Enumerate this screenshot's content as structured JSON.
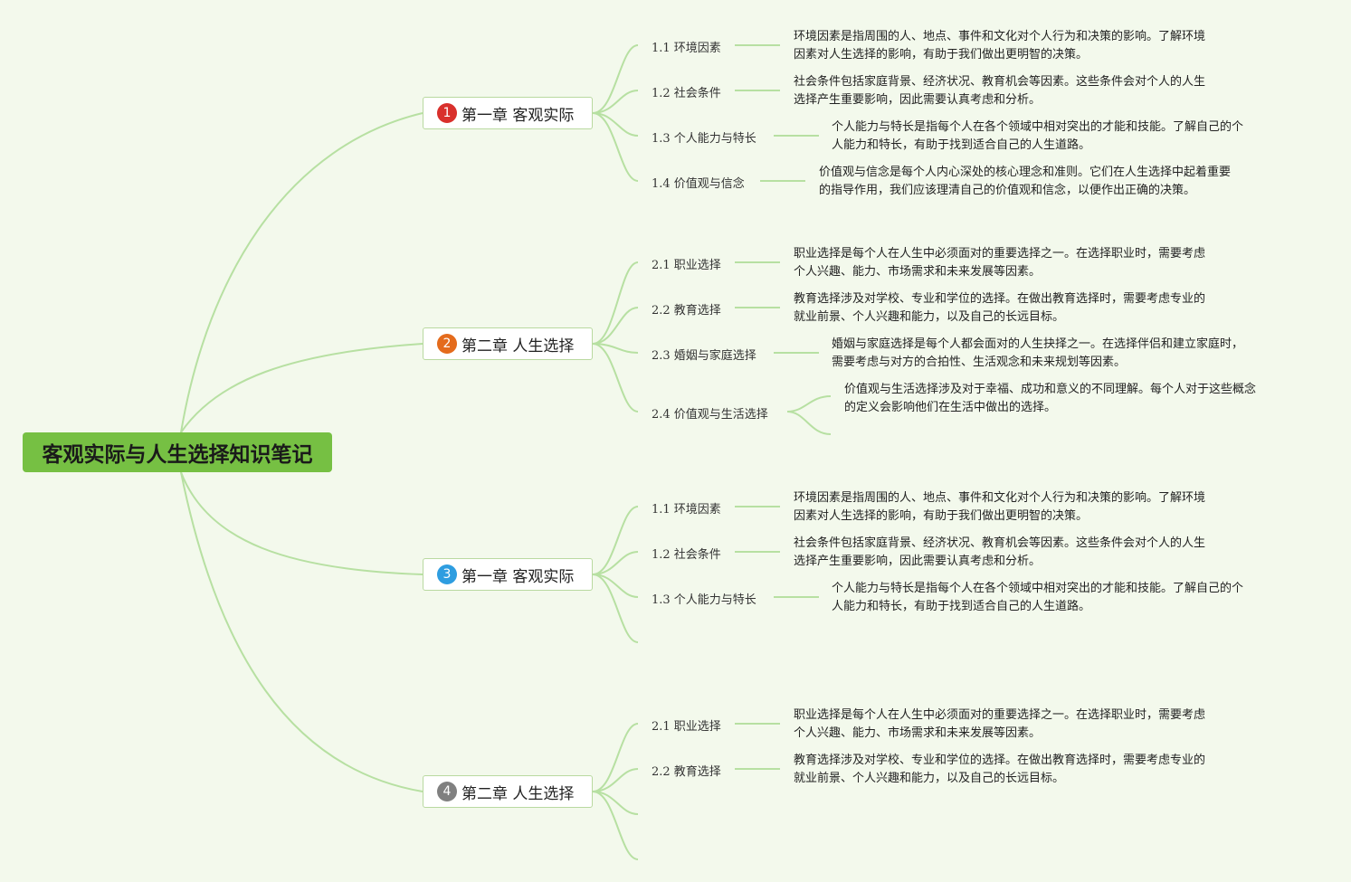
{
  "root": {
    "title": "客观实际与人生选择知识笔记"
  },
  "colors": {
    "line": "#b7e0a2",
    "root_bg": "#76c043",
    "background": "#f3f9ec"
  },
  "chapters": [
    {
      "number": "1",
      "badge_color": "#d9302c",
      "title": "第一章 客观实际",
      "topics": [
        {
          "label": "1.1 环境因素",
          "lines": [
            "环境因素是指周围的人、地点、事件和文化对个人行为和决策的影响。了解环境",
            "因素对人生选择的影响，有助于我们做出更明智的决策。"
          ]
        },
        {
          "label": "1.2 社会条件",
          "lines": [
            "社会条件包括家庭背景、经济状况、教育机会等因素。这些条件会对个人的人生",
            "选择产生重要影响，因此需要认真考虑和分析。"
          ]
        },
        {
          "label": "1.3 个人能力与特长",
          "lines": [
            "个人能力与特长是指每个人在各个领域中相对突出的才能和技能。了解自己的个",
            "人能力和特长，有助于找到适合自己的人生道路。"
          ]
        },
        {
          "label": "1.4 价值观与信念",
          "lines": [
            "价值观与信念是每个人内心深处的核心理念和准则。它们在人生选择中起着重要",
            "的指导作用，我们应该理清自己的价值观和信念，以便作出正确的决策。"
          ]
        }
      ]
    },
    {
      "number": "2",
      "badge_color": "#e46b1c",
      "title": "第二章 人生选择",
      "topics": [
        {
          "label": "2.1 职业选择",
          "lines": [
            "职业选择是每个人在人生中必须面对的重要选择之一。在选择职业时，需要考虑",
            "个人兴趣、能力、市场需求和未来发展等因素。"
          ]
        },
        {
          "label": "2.2 教育选择",
          "lines": [
            "教育选择涉及对学校、专业和学位的选择。在做出教育选择时，需要考虑专业的",
            "就业前景、个人兴趣和能力，以及自己的长远目标。"
          ]
        },
        {
          "label": "2.3 婚姻与家庭选择",
          "lines": [
            "婚姻与家庭选择是每个人都会面对的人生抉择之一。在选择伴侣和建立家庭时，",
            "需要考虑与对方的合拍性、生活观念和未来规划等因素。"
          ]
        },
        {
          "label": "2.4 价值观与生活选择",
          "lines": [
            "价值观与生活选择涉及对于幸福、成功和意义的不同理解。每个人对于这些概念",
            "的定义会影响他们在生活中做出的选择。"
          ]
        }
      ]
    },
    {
      "number": "3",
      "badge_color": "#2e9de0",
      "title": "第一章 客观实际",
      "topics": [
        {
          "label": "1.1 环境因素",
          "lines": [
            "环境因素是指周围的人、地点、事件和文化对个人行为和决策的影响。了解环境",
            "因素对人生选择的影响，有助于我们做出更明智的决策。"
          ]
        },
        {
          "label": "1.2 社会条件",
          "lines": [
            "社会条件包括家庭背景、经济状况、教育机会等因素。这些条件会对个人的人生",
            "选择产生重要影响，因此需要认真考虑和分析。"
          ]
        },
        {
          "label": "1.3 个人能力与特长",
          "lines": [
            "个人能力与特长是指每个人在各个领域中相对突出的才能和技能。了解自己的个",
            "人能力和特长，有助于找到适合自己的人生道路。"
          ]
        }
      ]
    },
    {
      "number": "4",
      "badge_color": "#808080",
      "title": "第二章 人生选择",
      "topics": [
        {
          "label": "2.1 职业选择",
          "lines": [
            "职业选择是每个人在人生中必须面对的重要选择之一。在选择职业时，需要考虑",
            "个人兴趣、能力、市场需求和未来发展等因素。"
          ]
        },
        {
          "label": "2.2 教育选择",
          "lines": [
            "教育选择涉及对学校、专业和学位的选择。在做出教育选择时，需要考虑专业的",
            "就业前景、个人兴趣和能力，以及自己的长远目标。"
          ]
        }
      ]
    }
  ]
}
